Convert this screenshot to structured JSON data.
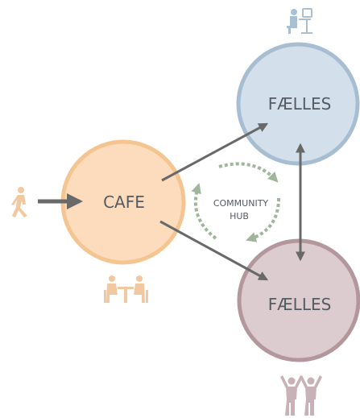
{
  "nodes": {
    "cafe": {
      "label": "CAFE",
      "fill": "#fcdcbc",
      "stroke": "#f4c591"
    },
    "faelles_top": {
      "label": "FÆLLES",
      "fill": "#d3dfea",
      "stroke": "#a7bed2"
    },
    "faelles_bottom": {
      "label": "FÆLLES",
      "fill": "#dccbcf",
      "stroke": "#b3979c"
    }
  },
  "hub": {
    "line1": "COMMUNITY",
    "line2": "HUB",
    "arrow_color": "#9fb69b"
  },
  "colors": {
    "arrow": "#696969",
    "icon_cafe": "#f2c8a0",
    "icon_top": "#a9bfd4",
    "icon_bottom": "#c8b2b7"
  }
}
